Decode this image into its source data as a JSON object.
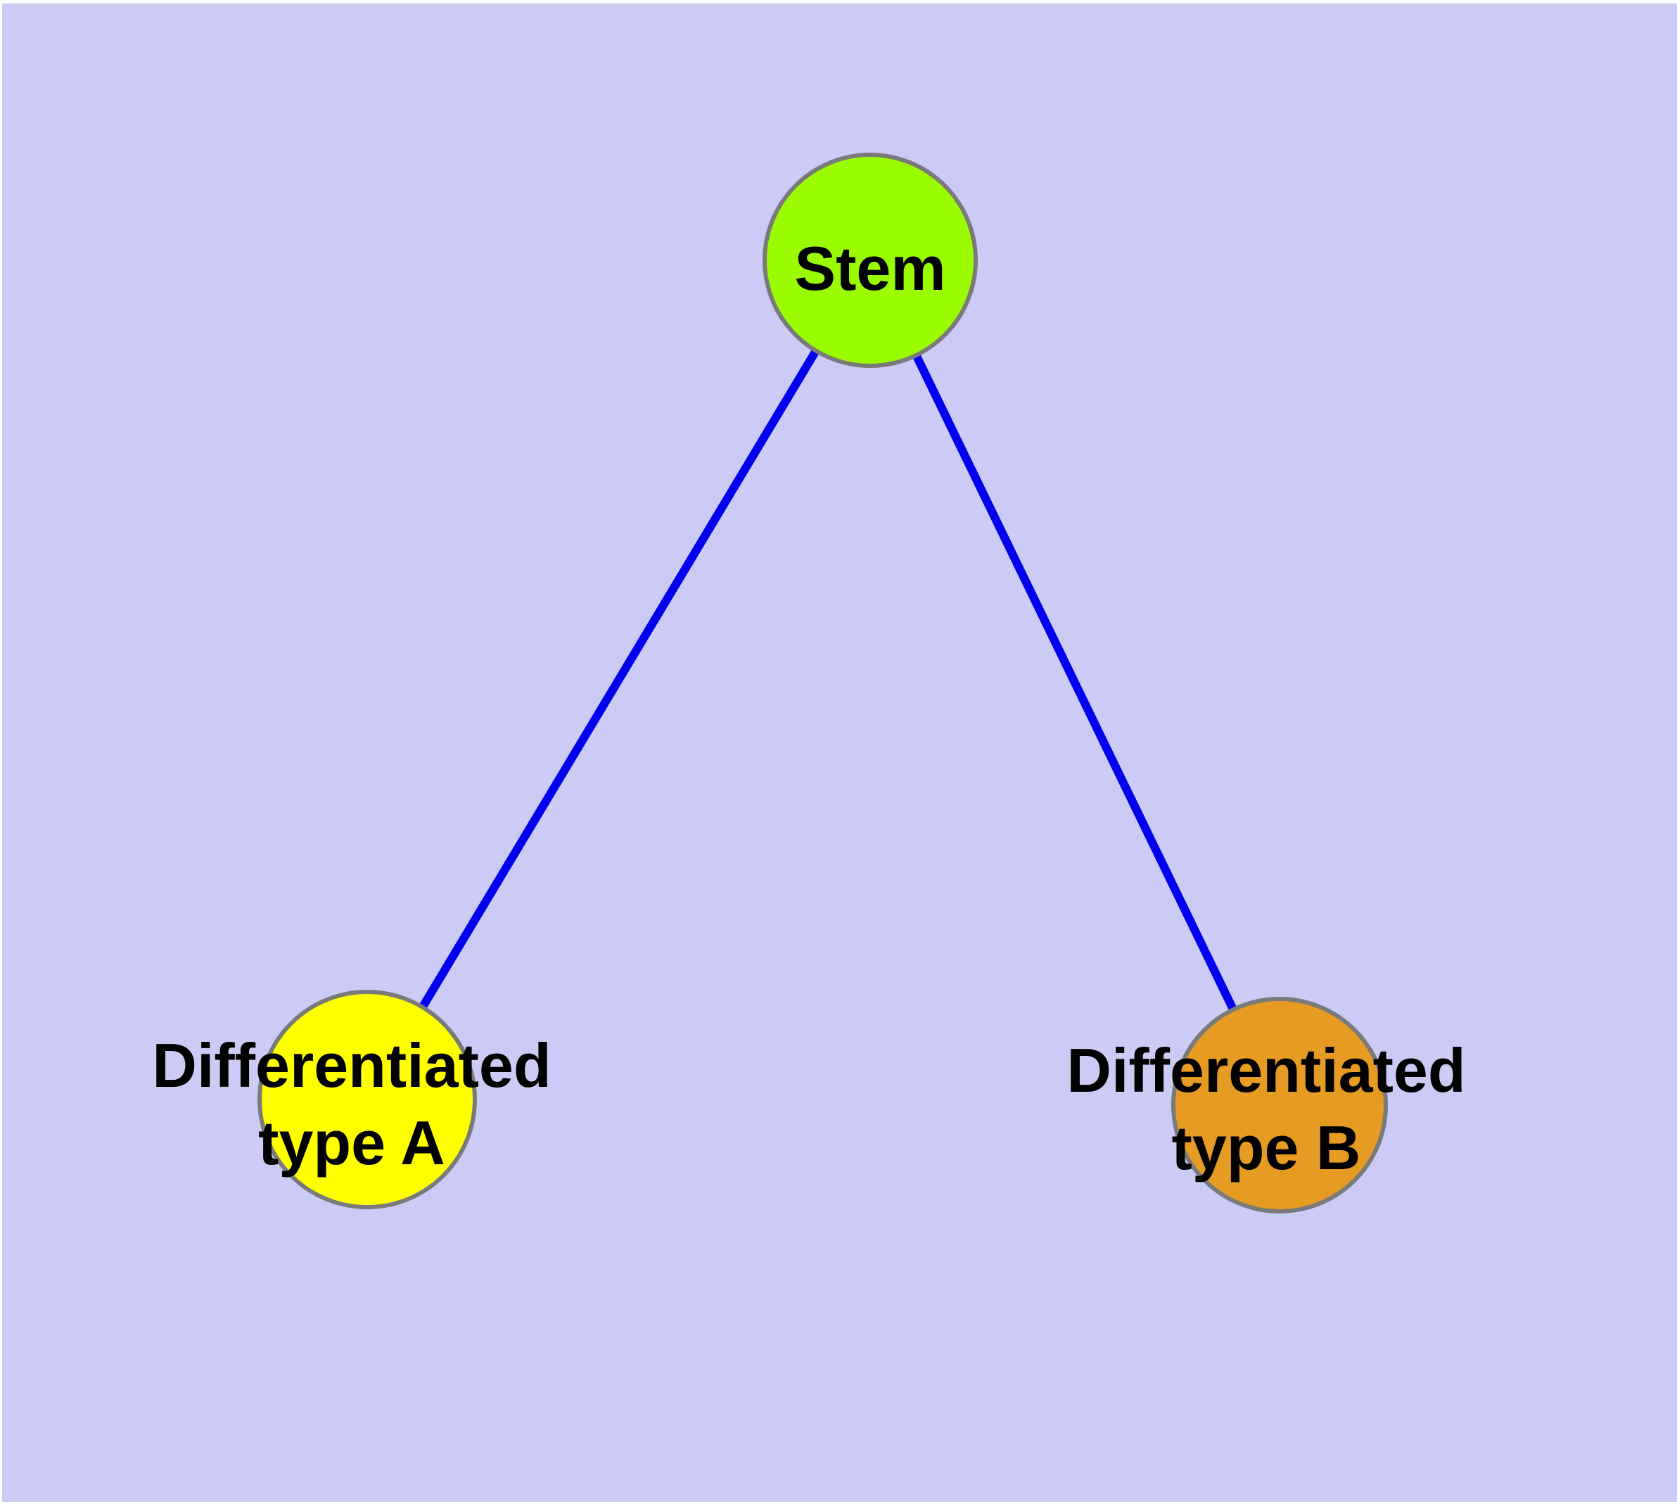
{
  "diagram": {
    "background_color": "#CBCBF6",
    "page_margin_color": "#FFFFFF",
    "node_border_color": "#7A7A7A",
    "edge_color": "#0000EE",
    "label_color": "#000000",
    "nodes": [
      {
        "id": "stem",
        "label": "Stem",
        "fill": "#9BFB00"
      },
      {
        "id": "differentiated-type-a",
        "label_line1": "Differentiated",
        "label_line2": "type A",
        "fill": "#FFFF00"
      },
      {
        "id": "differentiated-type-b",
        "label_line1": "Differentiated",
        "label_line2": "type B",
        "fill": "#E69B22"
      }
    ],
    "edges": [
      {
        "from": "stem",
        "to": "differentiated-type-a"
      },
      {
        "from": "stem",
        "to": "differentiated-type-b"
      }
    ]
  }
}
